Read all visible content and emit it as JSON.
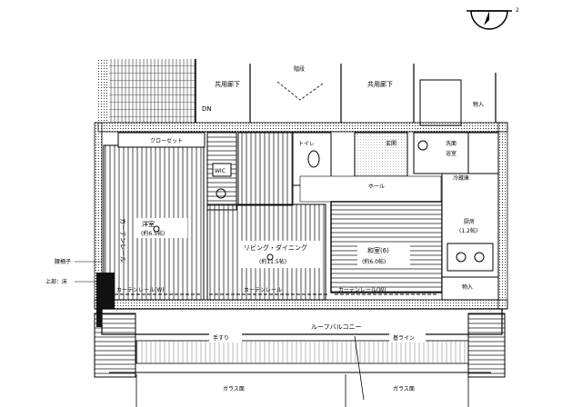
{
  "compass": {
    "symbol": "N"
  },
  "labels": {
    "corridor_left": "共用廊下",
    "corridor_right": "共用廊下",
    "stairs": "階段",
    "closet": "クローゼット",
    "wic_mark": "WIC",
    "toilet": "トイレ",
    "entrance": "玄関",
    "washroom": "洗面",
    "bath": "浴室",
    "hall": "ホール",
    "storage": "物入",
    "refrigerator": "冷蔵庫",
    "western_room": "洋室",
    "western_room_area": "(約6.5帖)",
    "living_dining": "リビング・ダイニング",
    "living_dining_area": "(約11.5帖)",
    "japanese_room": "和室(6)",
    "japanese_room_area": "(約6.0帖)",
    "kitchen": "厨房",
    "kitchen_area": "(1.2帖)",
    "storage2": "物入",
    "curtain_rail_1": "カーテンレール(W)",
    "curtain_rail_2": "カーテンレール",
    "curtain_rail_3": "カーテンレール(W)",
    "curtain_rail_vertical": "カーテンレール",
    "handrail": "腰柵子",
    "upper_floor": "上部：床",
    "roof_balcony": "ルーフバルコニー",
    "railing": "手すり",
    "line_label": "基ライン",
    "glass_left": "ガラス面",
    "glass_right": "ガラス面",
    "door_mark": "DN",
    "page_number": "2"
  }
}
